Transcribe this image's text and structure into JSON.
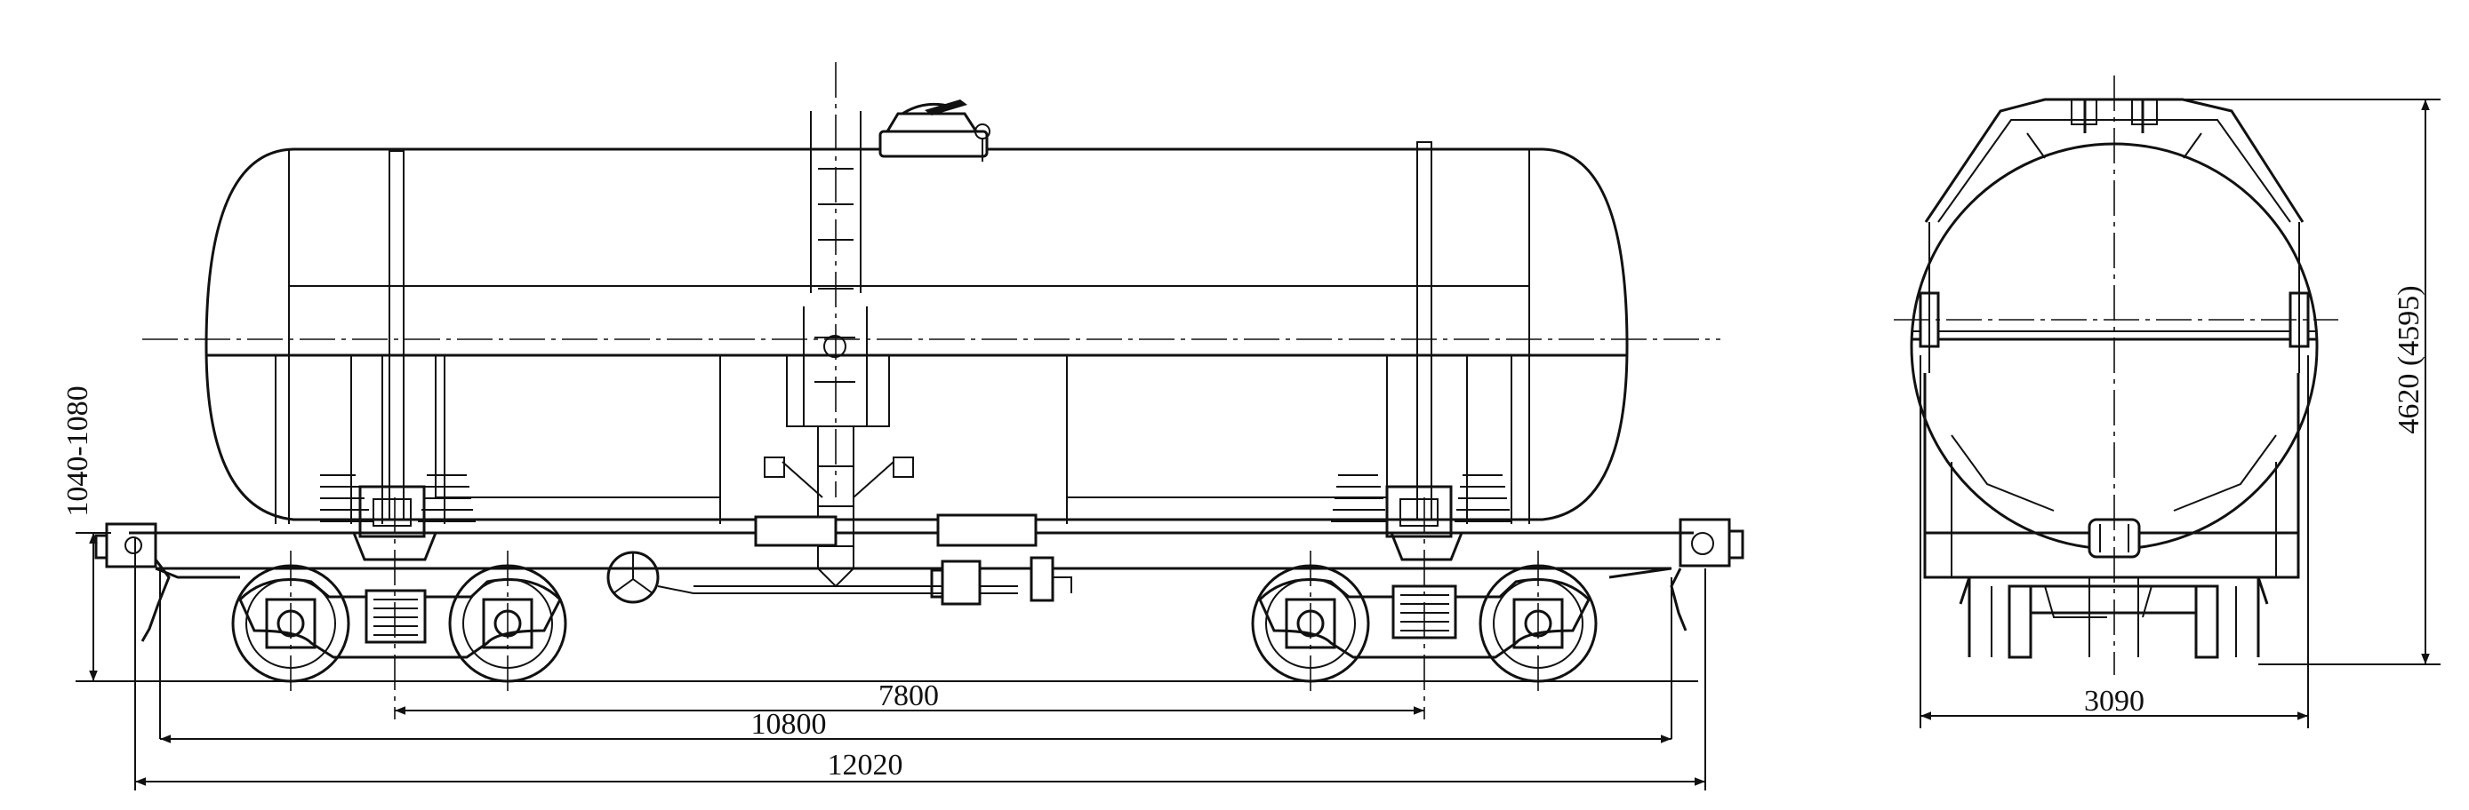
{
  "dimensions": {
    "bogie_centers": "7800",
    "coupler_axis_length": "10800",
    "overall_length": "12020",
    "coupler_height": "1040-1080",
    "overall_height": "4620 (4595)",
    "overall_width": "3090"
  }
}
